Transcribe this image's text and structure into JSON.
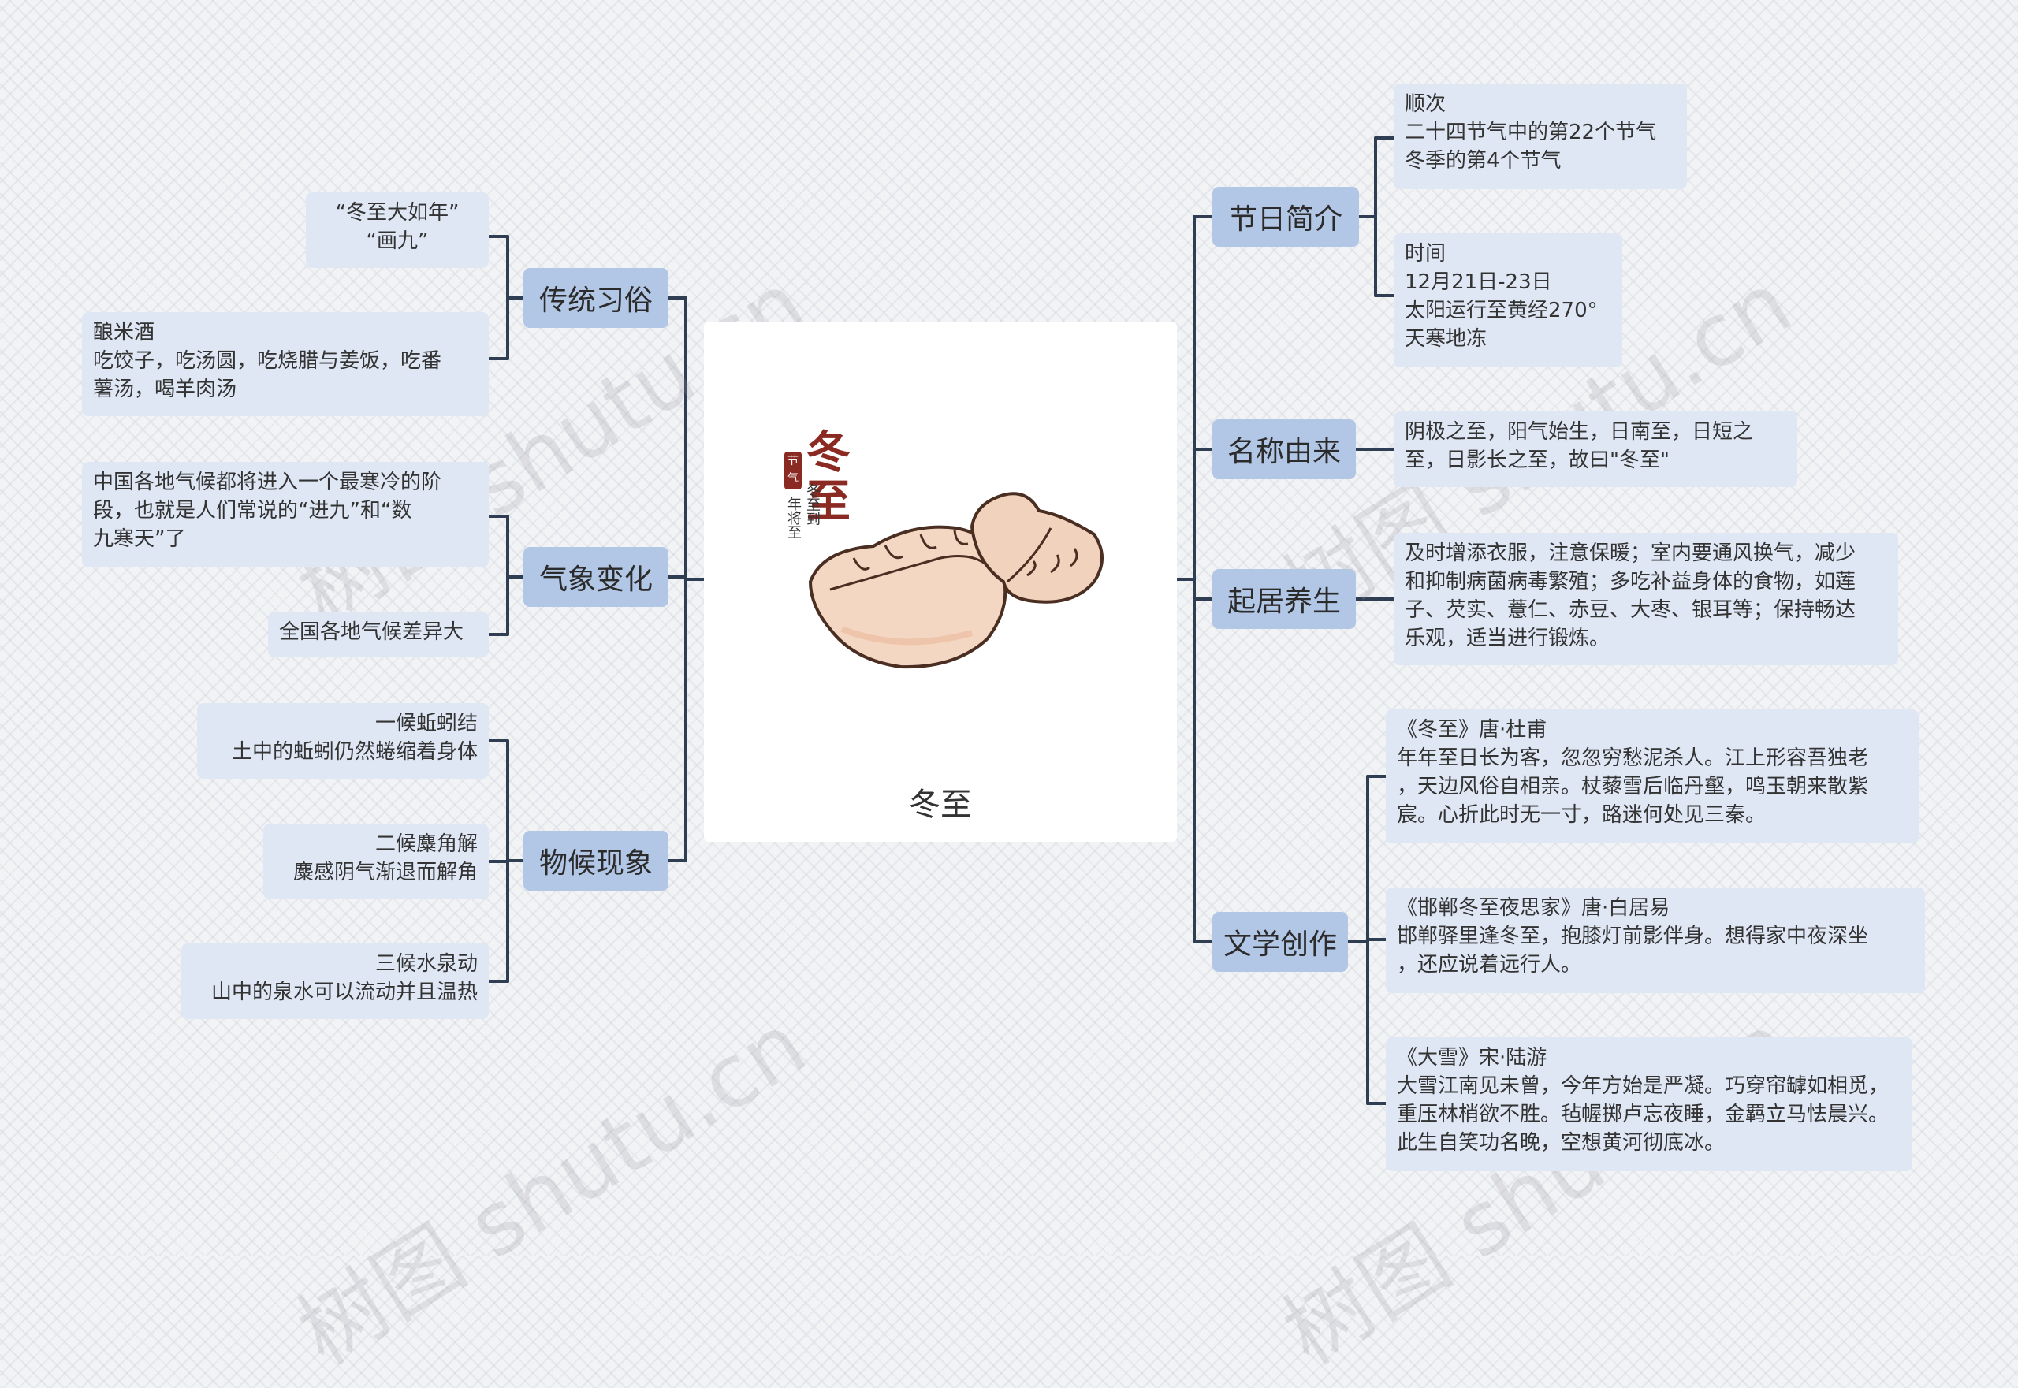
{
  "center": {
    "title": "冬至",
    "logo_big": "冬至",
    "logo_seal": "节气",
    "logo_small_1": "冬至到",
    "logo_small_2": "年将至"
  },
  "left": [
    {
      "topic": "传统习俗",
      "leaves": [
        "“冬至大如年”\n“画九”",
        "酿米酒\n吃饺子，吃汤圆，吃烧腊与姜饭，吃番\n薯汤，喝羊肉汤"
      ]
    },
    {
      "topic": "气象变化",
      "leaves": [
        "中国各地气候都将进入一个最寒冷的阶\n段，也就是人们常说的“进九”和“数\n九寒天”了",
        "全国各地气候差异大"
      ]
    },
    {
      "topic": "物候现象",
      "leaves": [
        "一候蚯蚓结\n土中的蚯蚓仍然蜷缩着身体",
        "二候麋角解\n麋感阴气渐退而解角",
        "三候水泉动\n山中的泉水可以流动并且温热"
      ]
    }
  ],
  "right": [
    {
      "topic": "节日简介",
      "leaves": [
        "顺次\n二十四节气中的第22个节气\n冬季的第4个节气",
        "时间\n12月21日-23日\n太阳运行至黄经270°\n天寒地冻"
      ]
    },
    {
      "topic": "名称由来",
      "leaves": [
        "阴极之至，阳气始生，日南至，日短之\n至，日影长之至，故曰\"冬至\""
      ]
    },
    {
      "topic": "起居养生",
      "leaves": [
        "及时增添衣服，注意保暖；室内要通风换气，减少\n和抑制病菌病毒繁殖；多吃补益身体的食物，如莲\n子、芡实、薏仁、赤豆、大枣、银耳等；保持畅达\n乐观，适当进行锻炼。"
      ]
    },
    {
      "topic": "文学创作",
      "leaves": [
        "《冬至》唐·杜甫\n年年至日长为客，忽忽穷愁泥杀人。江上形容吾独老\n，天边风俗自相亲。杖藜雪后临丹壑，鸣玉朝来散紫\n宸。心折此时无一寸，路迷何处见三秦。",
        "《邯郸冬至夜思家》唐·白居易\n邯郸驿里逢冬至，抱膝灯前影伴身。想得家中夜深坐\n，还应说着远行人。",
        "《大雪》宋·陆游\n大雪江南见未曾，今年方始是严凝。巧穿帘罅如相觅，\n重压林梢欲不胜。毡幄掷卢忘夜睡，金羁立马怯晨兴。\n此生自笑功名晚，空想黄河彻底冰。"
      ]
    }
  ],
  "watermark": "树图 shutu.cn",
  "colors": {
    "line": "#2f3e52",
    "topic_bg": "#b2c6e6",
    "leaf_bg": "#dfe7f5",
    "logo_red": "#8b2a22"
  }
}
